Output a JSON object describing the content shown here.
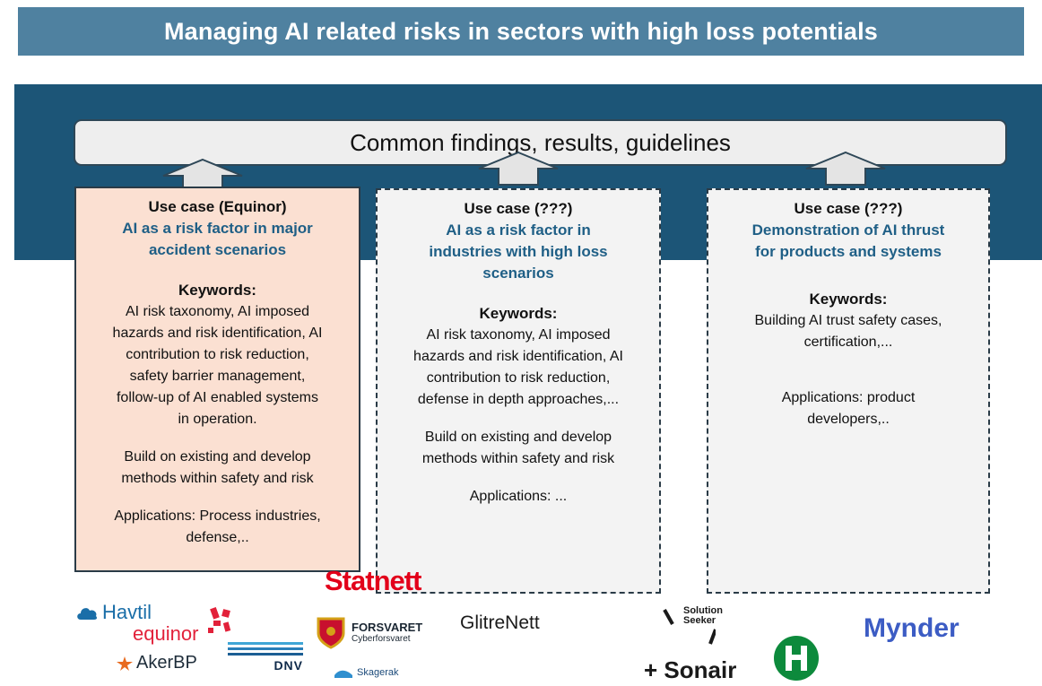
{
  "title": "Managing AI related risks in sectors with high loss potentials",
  "findings": "Common findings, results, guidelines",
  "use_cases": [
    {
      "heading": "Use case (Equinor)",
      "subtitle_lines": [
        "AI as a risk factor in major",
        "accident scenarios"
      ],
      "keywords_title": "Keywords:",
      "keywords_lines": [
        "AI risk taxonomy, AI imposed",
        "hazards and risk identification, AI",
        "contribution to risk reduction,",
        "safety barrier management,",
        "follow-up of AI enabled systems",
        "in operation."
      ],
      "build_lines": [
        "Build on existing and develop",
        "methods within safety and risk"
      ],
      "applications_lines": [
        "Applications: Process industries,",
        "defense,.."
      ],
      "color_bg": "#fbe0d2",
      "border": "solid"
    },
    {
      "heading": "Use case (???)",
      "subtitle_lines": [
        "AI as a risk factor in",
        "industries with high loss",
        "scenarios"
      ],
      "keywords_title": "Keywords:",
      "keywords_lines": [
        "AI risk taxonomy,  AI imposed",
        "hazards and risk identification, AI",
        "contribution to risk reduction,",
        "defense in depth approaches,..."
      ],
      "build_lines": [
        "Build on existing and develop",
        "methods within safety and risk"
      ],
      "applications_lines": [
        "Applications: ..."
      ],
      "color_bg": "#f3f3f3",
      "border": "dashed"
    },
    {
      "heading": "Use case (???)",
      "subtitle_lines": [
        "Demonstration of AI thrust",
        "for products and systems"
      ],
      "keywords_title": "Keywords:",
      "keywords_lines": [
        "Building AI trust safety cases,",
        "certification,..."
      ],
      "applications_lines": [
        "Applications: product",
        "developers,.."
      ],
      "color_bg": "#f3f3f3",
      "border": "dashed"
    }
  ],
  "logos": {
    "havtil": "Havtil",
    "equinor": "equinor",
    "akerbp": "AkerBP",
    "dnv": "DNV",
    "statnett": "Statnett",
    "forsvaret": "FORSVARET",
    "cyberforsvaret": "Cyberforsvaret",
    "skagerak": "Skagerak",
    "glitrenett": "GlitreNett",
    "solution": "Solution",
    "seeker": "Seeker",
    "sonair": "+ Sonair",
    "mynder": "Mynder"
  },
  "colors": {
    "banner": "#4f81a0",
    "navy_band": "#1c5577",
    "subtitle_blue": "#1f5f86",
    "arrow_fill": "#e4e4e4"
  }
}
